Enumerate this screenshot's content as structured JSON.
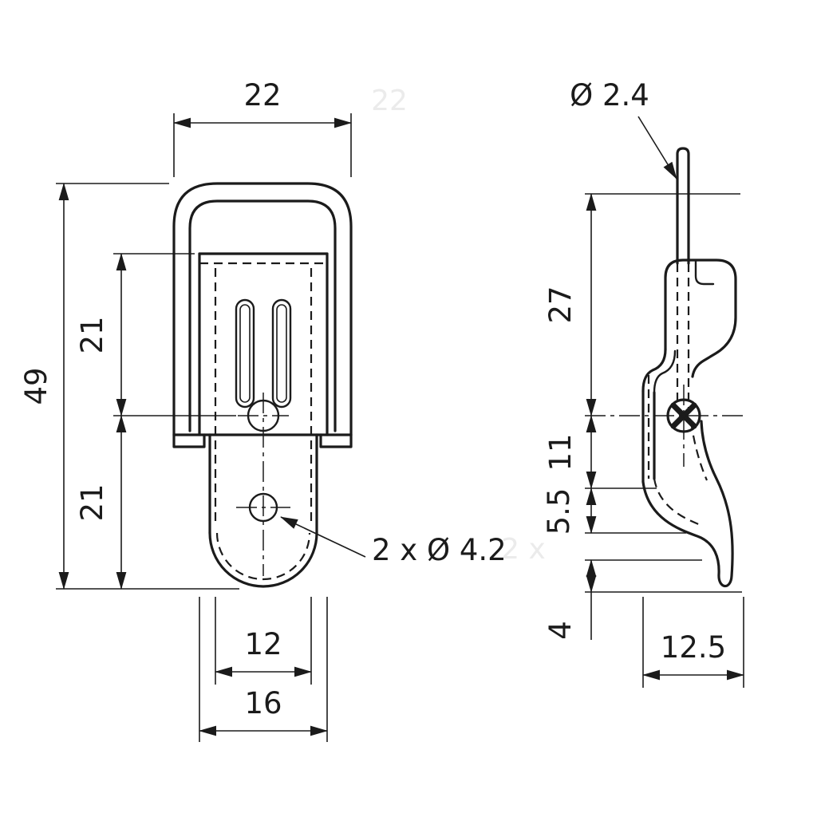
{
  "drawing": {
    "front_view": {
      "dim_width": "22",
      "dim_total_height": "49",
      "dim_upper_height": "21",
      "dim_lower_height": "21",
      "dim_hole_spacing": "12",
      "dim_base_width": "16",
      "hole_note": "2 x Ø 4.2"
    },
    "side_view": {
      "wire_diameter": "Ø 2.4",
      "dim_top_to_screw": "27",
      "dim_screw_to_bend": "11",
      "dim_bend": "5.5",
      "dim_tip": "4",
      "dim_depth": "12.5"
    },
    "watermarks": [
      "22",
      "2 x"
    ]
  },
  "colors": {
    "line": "#1b1b1b",
    "background": "#ffffff",
    "watermark": "#ebebeb"
  }
}
